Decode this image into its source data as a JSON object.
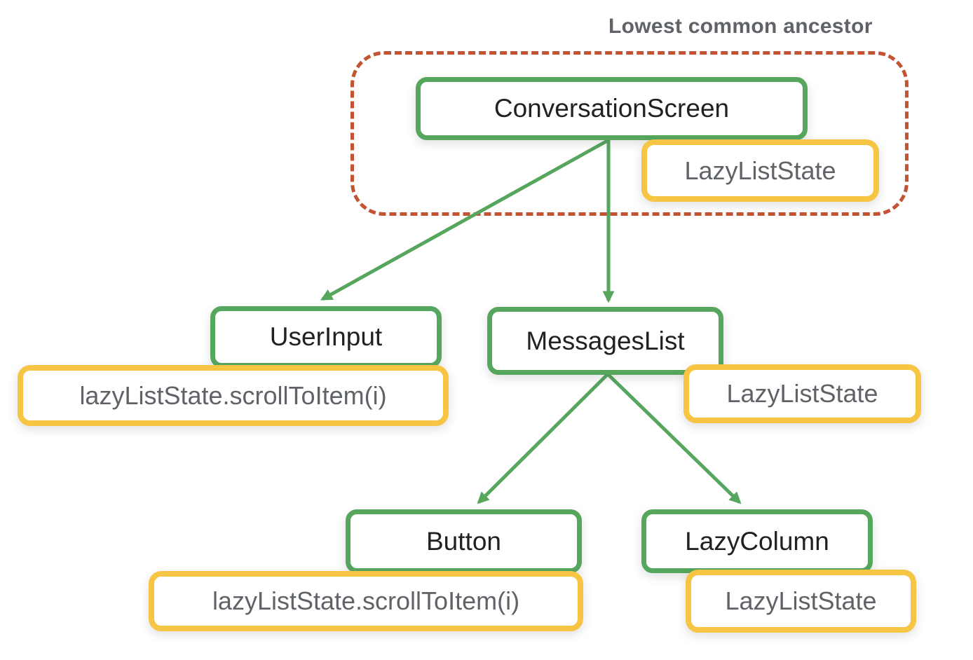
{
  "annotation": {
    "label": "Lowest common ancestor"
  },
  "colors": {
    "node_border": "#56a65e",
    "state_border": "#f7c544",
    "boundary_dash": "#c25433",
    "arrow": "#56a65e",
    "node_text": "#202124",
    "state_text": "#5f6368",
    "annotation_text": "#5f6368",
    "background": "#ffffff"
  },
  "nodes": {
    "conversation_screen": {
      "label": "ConversationScreen"
    },
    "user_input": {
      "label": "UserInput"
    },
    "messages_list": {
      "label": "MessagesList"
    },
    "button": {
      "label": "Button"
    },
    "lazy_column": {
      "label": "LazyColumn"
    }
  },
  "states": {
    "conversation_screen_state": {
      "label": "LazyListState"
    },
    "user_input_event": {
      "label": "lazyListState.scrollToItem(i)"
    },
    "messages_list_state": {
      "label": "LazyListState"
    },
    "button_event": {
      "label": "lazyListState.scrollToItem(i)"
    },
    "lazy_column_state": {
      "label": "LazyListState"
    }
  },
  "edges": [
    {
      "from": "ConversationScreen",
      "to": "UserInput"
    },
    {
      "from": "ConversationScreen",
      "to": "MessagesList"
    },
    {
      "from": "MessagesList",
      "to": "Button"
    },
    {
      "from": "MessagesList",
      "to": "LazyColumn"
    }
  ]
}
